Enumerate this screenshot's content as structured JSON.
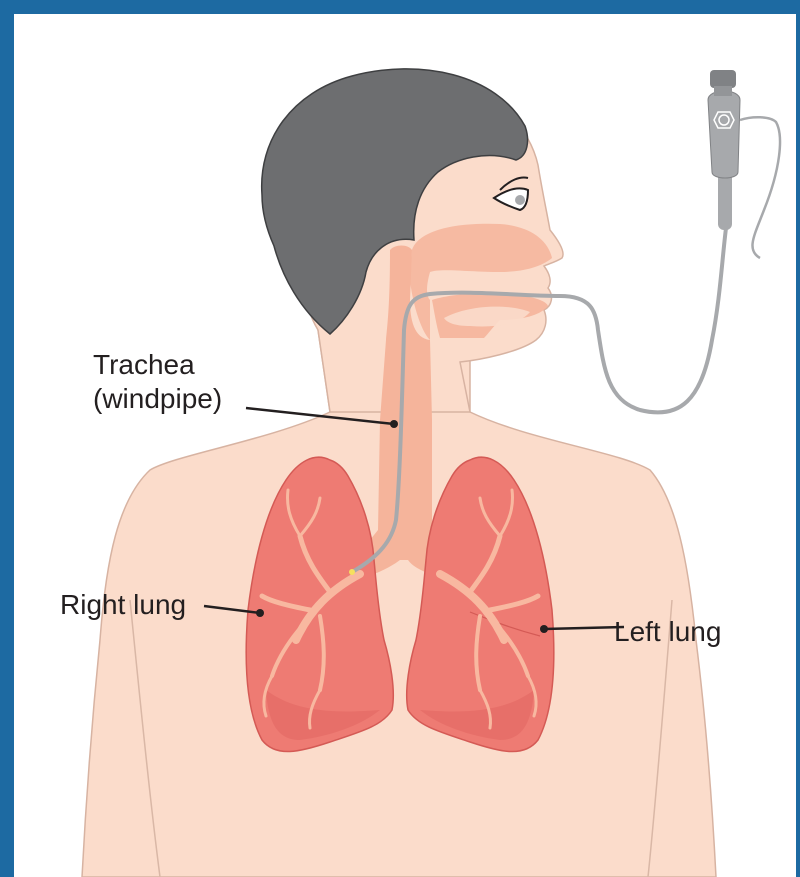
{
  "labels": {
    "trachea_line1": "Trachea",
    "trachea_line2": "(windpipe)",
    "right_lung": "Right lung",
    "left_lung": "Left lung"
  },
  "colors": {
    "frame": "#1d6aa2",
    "skin": "#fbdccb",
    "hair": "#6d6e70",
    "airway": "#f5b49b",
    "lung": "#ee7b73",
    "lung_dark": "#e26862",
    "bronchi": "#f8b8a0",
    "scope": "#a7a9ac",
    "leader": "#231f20"
  }
}
